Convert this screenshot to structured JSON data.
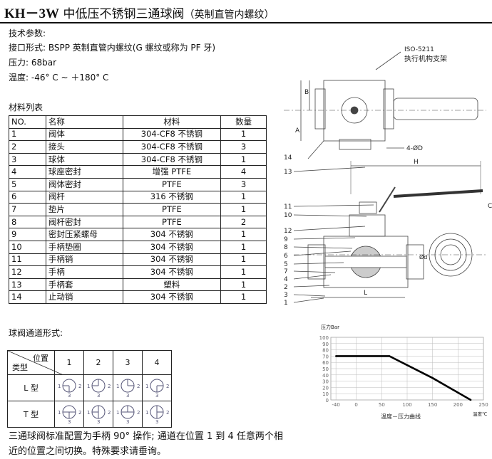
{
  "title": {
    "model": "KH－3W",
    "main": " 中低压不锈钢三通球阀",
    "sub": "（英制直管内螺纹）"
  },
  "specs": {
    "heading": "技术参数:",
    "interface": "接口形式: BSPP 英制直管内螺纹(G 螺纹或称为 PF 牙)",
    "pressure": "压力: 68bar",
    "temperature": "温度: -46° C ~ ＋180° C"
  },
  "materials": {
    "heading": "材料列表",
    "columns": [
      "NO.",
      "名称",
      "材料",
      "数量"
    ],
    "rows": [
      [
        "1",
        "阀体",
        "304-CF8 不锈钢",
        "1"
      ],
      [
        "2",
        "接头",
        "304-CF8 不锈钢",
        "3"
      ],
      [
        "3",
        "球体",
        "304-CF8 不锈钢",
        "1"
      ],
      [
        "4",
        "球座密封",
        "增强 PTFE",
        "4"
      ],
      [
        "5",
        "阀体密封",
        "PTFE",
        "3"
      ],
      [
        "6",
        "阀杆",
        "316 不锈钢",
        "1"
      ],
      [
        "7",
        "垫片",
        "PTFE",
        "1"
      ],
      [
        "8",
        "阀杆密封",
        "PTFE",
        "2"
      ],
      [
        "9",
        "密封压紧螺母",
        "304 不锈钢",
        "1"
      ],
      [
        "10",
        "手柄垫圈",
        "304 不锈钢",
        "1"
      ],
      [
        "11",
        "手柄销",
        "304 不锈钢",
        "1"
      ],
      [
        "12",
        "手柄",
        "304 不锈钢",
        "1"
      ],
      [
        "13",
        "手柄套",
        "塑料",
        "1"
      ],
      [
        "14",
        "止动销",
        "304 不锈钢",
        "1"
      ]
    ]
  },
  "channel": {
    "heading": "球阀通道形式:",
    "corner_top": "位置",
    "corner_bottom": "类型",
    "positions": [
      "1",
      "2",
      "3",
      "4"
    ],
    "types": [
      "L 型",
      "T 型"
    ],
    "port_labels": [
      "1",
      "2",
      "3"
    ]
  },
  "notes": {
    "line1": "三通球阀标准配置为手柄 90° 操作; 通道在位置 1 到 4 任意两个相",
    "line2": "近的位置之间切换。特殊要求请垂询。"
  },
  "drawing": {
    "iso_label": "ISO-5211",
    "bracket_label": "执行机构支架",
    "bolt_label": "4-ØD",
    "dim_h": "H",
    "dim_l": "L",
    "dim_a": "A",
    "dim_b": "B",
    "dim_c": "C",
    "dim_d": "Ød",
    "callouts": [
      "13",
      "11",
      "10",
      "12",
      "9",
      "8",
      "6",
      "5",
      "7",
      "4",
      "2",
      "3",
      "1"
    ],
    "callout_top": "14"
  },
  "chart_data": {
    "type": "line",
    "ylabel": "压力Bar",
    "xlabel": "温度－压力曲线",
    "xunit": "温度℃",
    "xlim": [
      -50,
      250
    ],
    "ylim": [
      0,
      100
    ],
    "xticks": [
      -40,
      0,
      50,
      100,
      150,
      200,
      250
    ],
    "yticks": [
      0,
      10,
      20,
      30,
      40,
      50,
      60,
      70,
      80,
      90,
      100
    ],
    "grid": true,
    "series": [
      {
        "x": [
          -40,
          65,
          150,
          225
        ],
        "y": [
          70,
          70,
          35,
          0
        ]
      }
    ]
  }
}
